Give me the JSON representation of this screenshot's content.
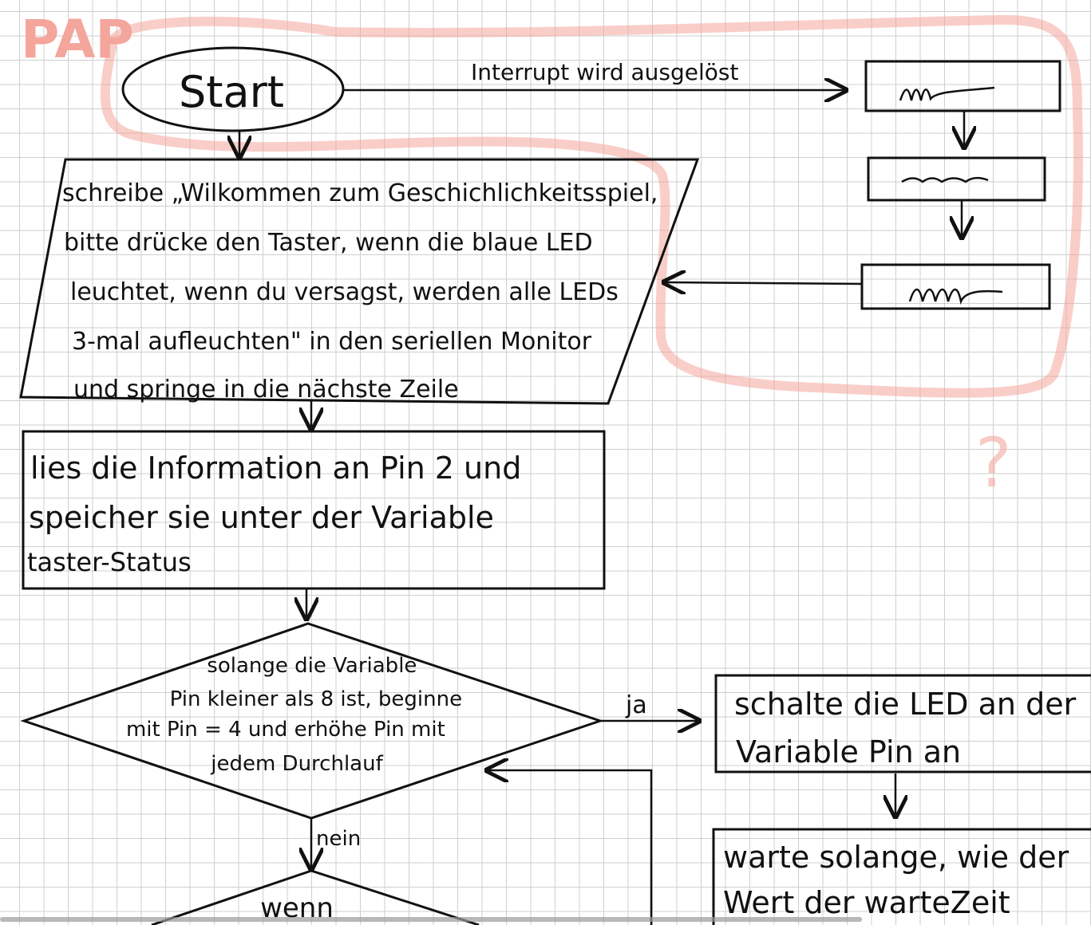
{
  "title": "PAP",
  "start": "Start",
  "interrupt_label": "Interrupt wird ausgelöst",
  "output_box": {
    "lines": [
      "schreibe „Wilkommen zum Geschichlichkeitsspiel,",
      "bitte drücke den Taster, wenn die blaue LED",
      "leuchtet, wenn du versagst, werden alle LEDs",
      "3-mal aufleuchten\" in den seriellen Monitor",
      "und springe in die nächste Zeile"
    ]
  },
  "read_box": {
    "lines": [
      "lies die Information an Pin 2 und",
      "speicher sie unter der Variable",
      "taster-Status"
    ]
  },
  "loop_diamond": {
    "lines": [
      "solange die Variable",
      "Pin kleiner als 8 ist, beginne",
      "mit Pin = 4 und erhöhe Pin mit",
      "jedem Durchlauf"
    ]
  },
  "yes_label": "ja",
  "no_label": "nein",
  "led_box": {
    "lines": [
      "schalte die LED an der",
      "Variable Pin an"
    ]
  },
  "wait_box": {
    "lines": [
      "warte solange, wie der",
      "Wert der warteZeit"
    ]
  },
  "if_diamond": {
    "label": "wenn"
  },
  "annotation": "?",
  "colors": {
    "ink": "#111111",
    "highlight": "#f4a69c",
    "grid": "#cfcfcf"
  }
}
